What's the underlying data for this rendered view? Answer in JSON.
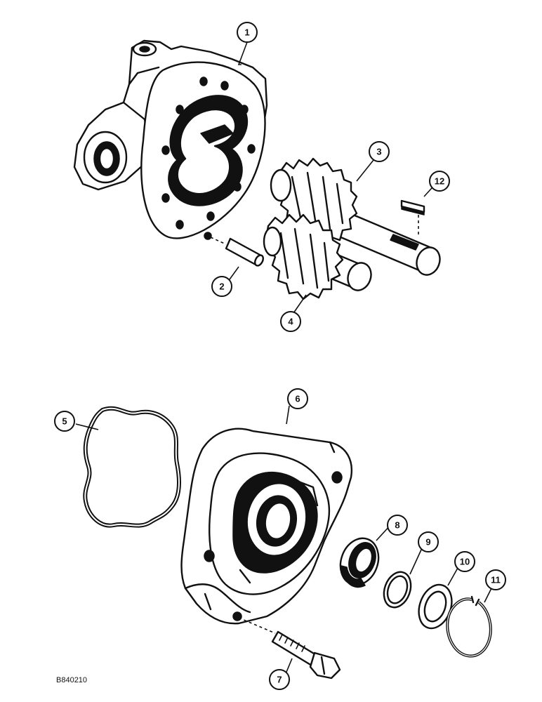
{
  "callouts": [
    {
      "id": "c1",
      "label": "1"
    },
    {
      "id": "c2",
      "label": "2"
    },
    {
      "id": "c3",
      "label": "3"
    },
    {
      "id": "c4",
      "label": "4"
    },
    {
      "id": "c5",
      "label": "5"
    },
    {
      "id": "c6",
      "label": "6"
    },
    {
      "id": "c7",
      "label": "7"
    },
    {
      "id": "c8",
      "label": "8"
    },
    {
      "id": "c9",
      "label": "9"
    },
    {
      "id": "c10",
      "label": "10"
    },
    {
      "id": "c11",
      "label": "11"
    },
    {
      "id": "c12",
      "label": "12"
    }
  ],
  "figure_ref": "B840210"
}
